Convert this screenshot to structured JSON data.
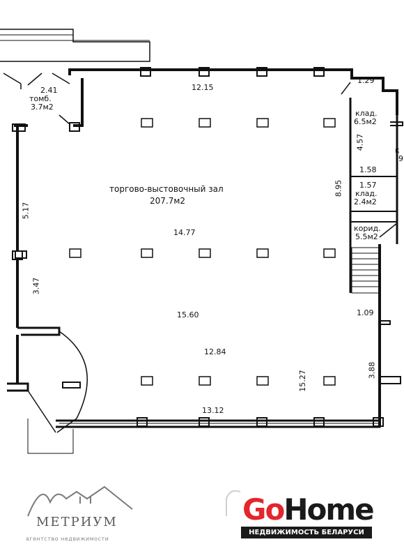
{
  "rooms": {
    "vestibule_name": "томб.",
    "vestibule_area": "3.7м2",
    "hall_name": "торгово-выстовочный зал",
    "hall_area": "207.7м2",
    "storage1_name": "клад.",
    "storage1_area": "6.5м2",
    "storage2_name": "клад.",
    "storage2_area": "2.4м2",
    "corridor_name": "корид.",
    "corridor_area": "5.5м2",
    "cut_label": "к",
    "cut_digit": "9"
  },
  "dimensions": {
    "d_2_41": "2.41",
    "d_12_15": "12.15",
    "d_1_29": "1.29",
    "d_4_57": "4.57",
    "d_1_58": "1.58",
    "d_1_57": "1.57",
    "d_8_95": "8.95",
    "d_5_17": "5.17",
    "d_14_77": "14.77",
    "d_3_47": "3.47",
    "d_15_60": "15.60",
    "d_1_09": "1.09",
    "d_12_84": "12.84",
    "d_15_27": "15.27",
    "d_3_88": "3.88",
    "d_13_12": "13.12"
  },
  "branding": {
    "metrium_name": "МЕТРИУМ",
    "metrium_tagline": "агентство недвижимости",
    "gohome_part1": "Go",
    "gohome_part2": "Home",
    "gohome_tagline": "НЕДВИЖИМОСТЬ БЕЛАРУСИ"
  }
}
